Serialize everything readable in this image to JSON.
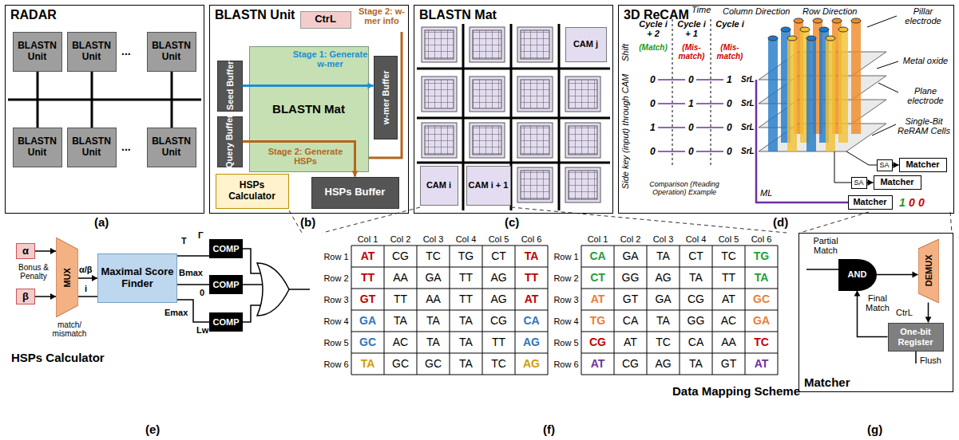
{
  "diagram": {
    "nodes": [
      {
        "text": [
          "RADAR"
        ]
      },
      {
        "text": [
          "BLASTN Unit"
        ],
        "in": 0
      },
      {
        "text": [
          "BLASTN Unit"
        ],
        "in": 0
      },
      {
        "text": [
          "BLASTN Unit"
        ],
        "in": 0
      },
      {
        "text": [
          "BLASTN Unit"
        ],
        "in": 0
      },
      {
        "text": [
          "BLASTN Unit"
        ],
        "in": 0
      },
      {
        "text": [
          "BLASTN Unit"
        ],
        "in": 0
      },
      {
        "text": [
          "BLASTN Unit"
        ]
      },
      {
        "text": [
          "CtrL"
        ],
        "in": 7
      },
      {
        "text": [
          "Seed Buffer"
        ],
        "in": 7
      },
      {
        "text": [
          "Query Buffer"
        ],
        "in": 7
      },
      {
        "text": [
          "BLASTN Mat"
        ],
        "in": 7
      },
      {
        "text": [
          "w-mer Buffer"
        ],
        "in": 7
      },
      {
        "text": [
          "HSPs Calculator"
        ],
        "in": 7
      },
      {
        "text": [
          "HSPs Buffer"
        ],
        "in": 7
      },
      {
        "text": [
          "BLASTN Mat"
        ]
      },
      {
        "text": [
          "CAM j"
        ],
        "in": 15
      },
      {
        "text": [
          "CAM i"
        ],
        "in": 15
      },
      {
        "text": [
          "CAM i + 1"
        ],
        "in": 15
      },
      {
        "text": [
          "3D ReCAM"
        ]
      },
      {
        "text": [
          "SA"
        ],
        "in": 19
      },
      {
        "text": [
          "SA"
        ],
        "in": 19
      },
      {
        "text": [
          "Matcher"
        ],
        "in": 19
      },
      {
        "text": [
          "Matcher"
        ],
        "in": 19
      },
      {
        "text": [
          "Matcher"
        ],
        "in": 19
      },
      {
        "text": [
          "α"
        ]
      },
      {
        "text": [
          "β"
        ]
      },
      {
        "text": [
          "MUX"
        ]
      },
      {
        "text": [
          "Maximal Score Finder"
        ]
      },
      {
        "text": [
          "COMP"
        ]
      },
      {
        "text": [
          "COMP"
        ]
      },
      {
        "text": [
          "COMP"
        ]
      },
      {
        "text": [
          "Matcher"
        ]
      },
      {
        "text": [
          "AND"
        ],
        "in": 32
      },
      {
        "text": [
          "DEMUX"
        ],
        "in": 32
      },
      {
        "text": [
          "One-bit Register"
        ],
        "in": 32
      }
    ],
    "edges": [
      {
        "from": 9,
        "to": 12,
        "arrow": "to"
      },
      {
        "from": 10,
        "to": 14,
        "arrow": "to"
      },
      {
        "from": 25,
        "to": 27,
        "arrow": "to"
      },
      {
        "from": 26,
        "to": 27,
        "arrow": "to"
      },
      {
        "from": 27,
        "to": 28,
        "arrow": "to"
      },
      {
        "from": 28,
        "to": 29,
        "arrow": "none"
      },
      {
        "from": 28,
        "to": 30,
        "arrow": "none"
      },
      {
        "from": 28,
        "to": 31,
        "arrow": "none"
      },
      {
        "from": 20,
        "to": 22,
        "arrow": "to"
      },
      {
        "from": 21,
        "to": 23,
        "arrow": "to"
      },
      {
        "from": 33,
        "to": 34,
        "arrow": "to"
      },
      {
        "from": 34,
        "to": 35,
        "arrow": "to"
      },
      {
        "from": 35,
        "to": 33,
        "arrow": "to"
      }
    ],
    "labels": [
      "(a)",
      "(b)",
      "(c)",
      "(d)",
      "(e)",
      "(f)",
      "(g)",
      "...",
      "...",
      "Stage 2: w-mer info",
      "Stage 1: Generate w-mer",
      "Stage 2: Generate HSPs",
      "Row Direction",
      "Pillar electrode",
      "Column Direction",
      "Time",
      "Cycle i + 2",
      "Cycle i + 1",
      "Cycle i",
      "(Match)",
      "(Mis-match)",
      "(Mis-match)",
      "Shift",
      "Side key (input) through CAM",
      "Metal oxide",
      "Plane electrode",
      "Single-Bit ReRAM Cells",
      "Comparison (Reading Operation) Example",
      "SrL",
      "SrL",
      "SrL",
      "SrL",
      "0",
      "0",
      "1",
      "0",
      "1",
      "0",
      "1",
      "0",
      "0",
      "0",
      "0",
      "0",
      "ML",
      "1",
      "0",
      "0",
      "Bonus & Penalty",
      "match/ mismatch",
      "α/β",
      "i",
      "Γ",
      "T",
      "Bmax",
      "0",
      "Emax",
      "Lw",
      "HSPs Calculator",
      "Data Mapping Scheme",
      "Partial Match",
      "Final Match",
      "CtrL",
      "Flush",
      "Col 1",
      "Col 2",
      "Col 3",
      "Col 4",
      "Col 5",
      "Col 6",
      "Row 1",
      "AT",
      "CG",
      "TC",
      "TG",
      "CT",
      "TA",
      "Row 2",
      "TT",
      "AA",
      "GA",
      "TT",
      "AG",
      "TT",
      "Row 3",
      "GT",
      "TT",
      "AA",
      "TT",
      "AG",
      "AT",
      "Row 4",
      "GA",
      "TA",
      "TA",
      "TA",
      "CG",
      "CA",
      "Row 5",
      "GC",
      "AC",
      "TA",
      "TA",
      "TT",
      "AG",
      "Row 6",
      "TA",
      "GC",
      "GC",
      "TA",
      "TC",
      "AG",
      "Col 1",
      "Col 2",
      "Col 3",
      "Col 4",
      "Col 5",
      "Col 6",
      "Row 1",
      "CA",
      "GA",
      "TA",
      "CT",
      "TC",
      "TG",
      "Row 2",
      "CT",
      "GG",
      "AG",
      "TA",
      "TT",
      "TA",
      "Row 3",
      "AT",
      "GT",
      "GA",
      "CG",
      "AT",
      "GC",
      "Row 4",
      "TG",
      "CA",
      "TA",
      "GG",
      "AC",
      "GA",
      "Row 5",
      "CG",
      "AT",
      "TC",
      "CA",
      "AA",
      "TC",
      "Row 6",
      "AT",
      "CG",
      "AG",
      "TA",
      "GT",
      "AT"
    ]
  }
}
